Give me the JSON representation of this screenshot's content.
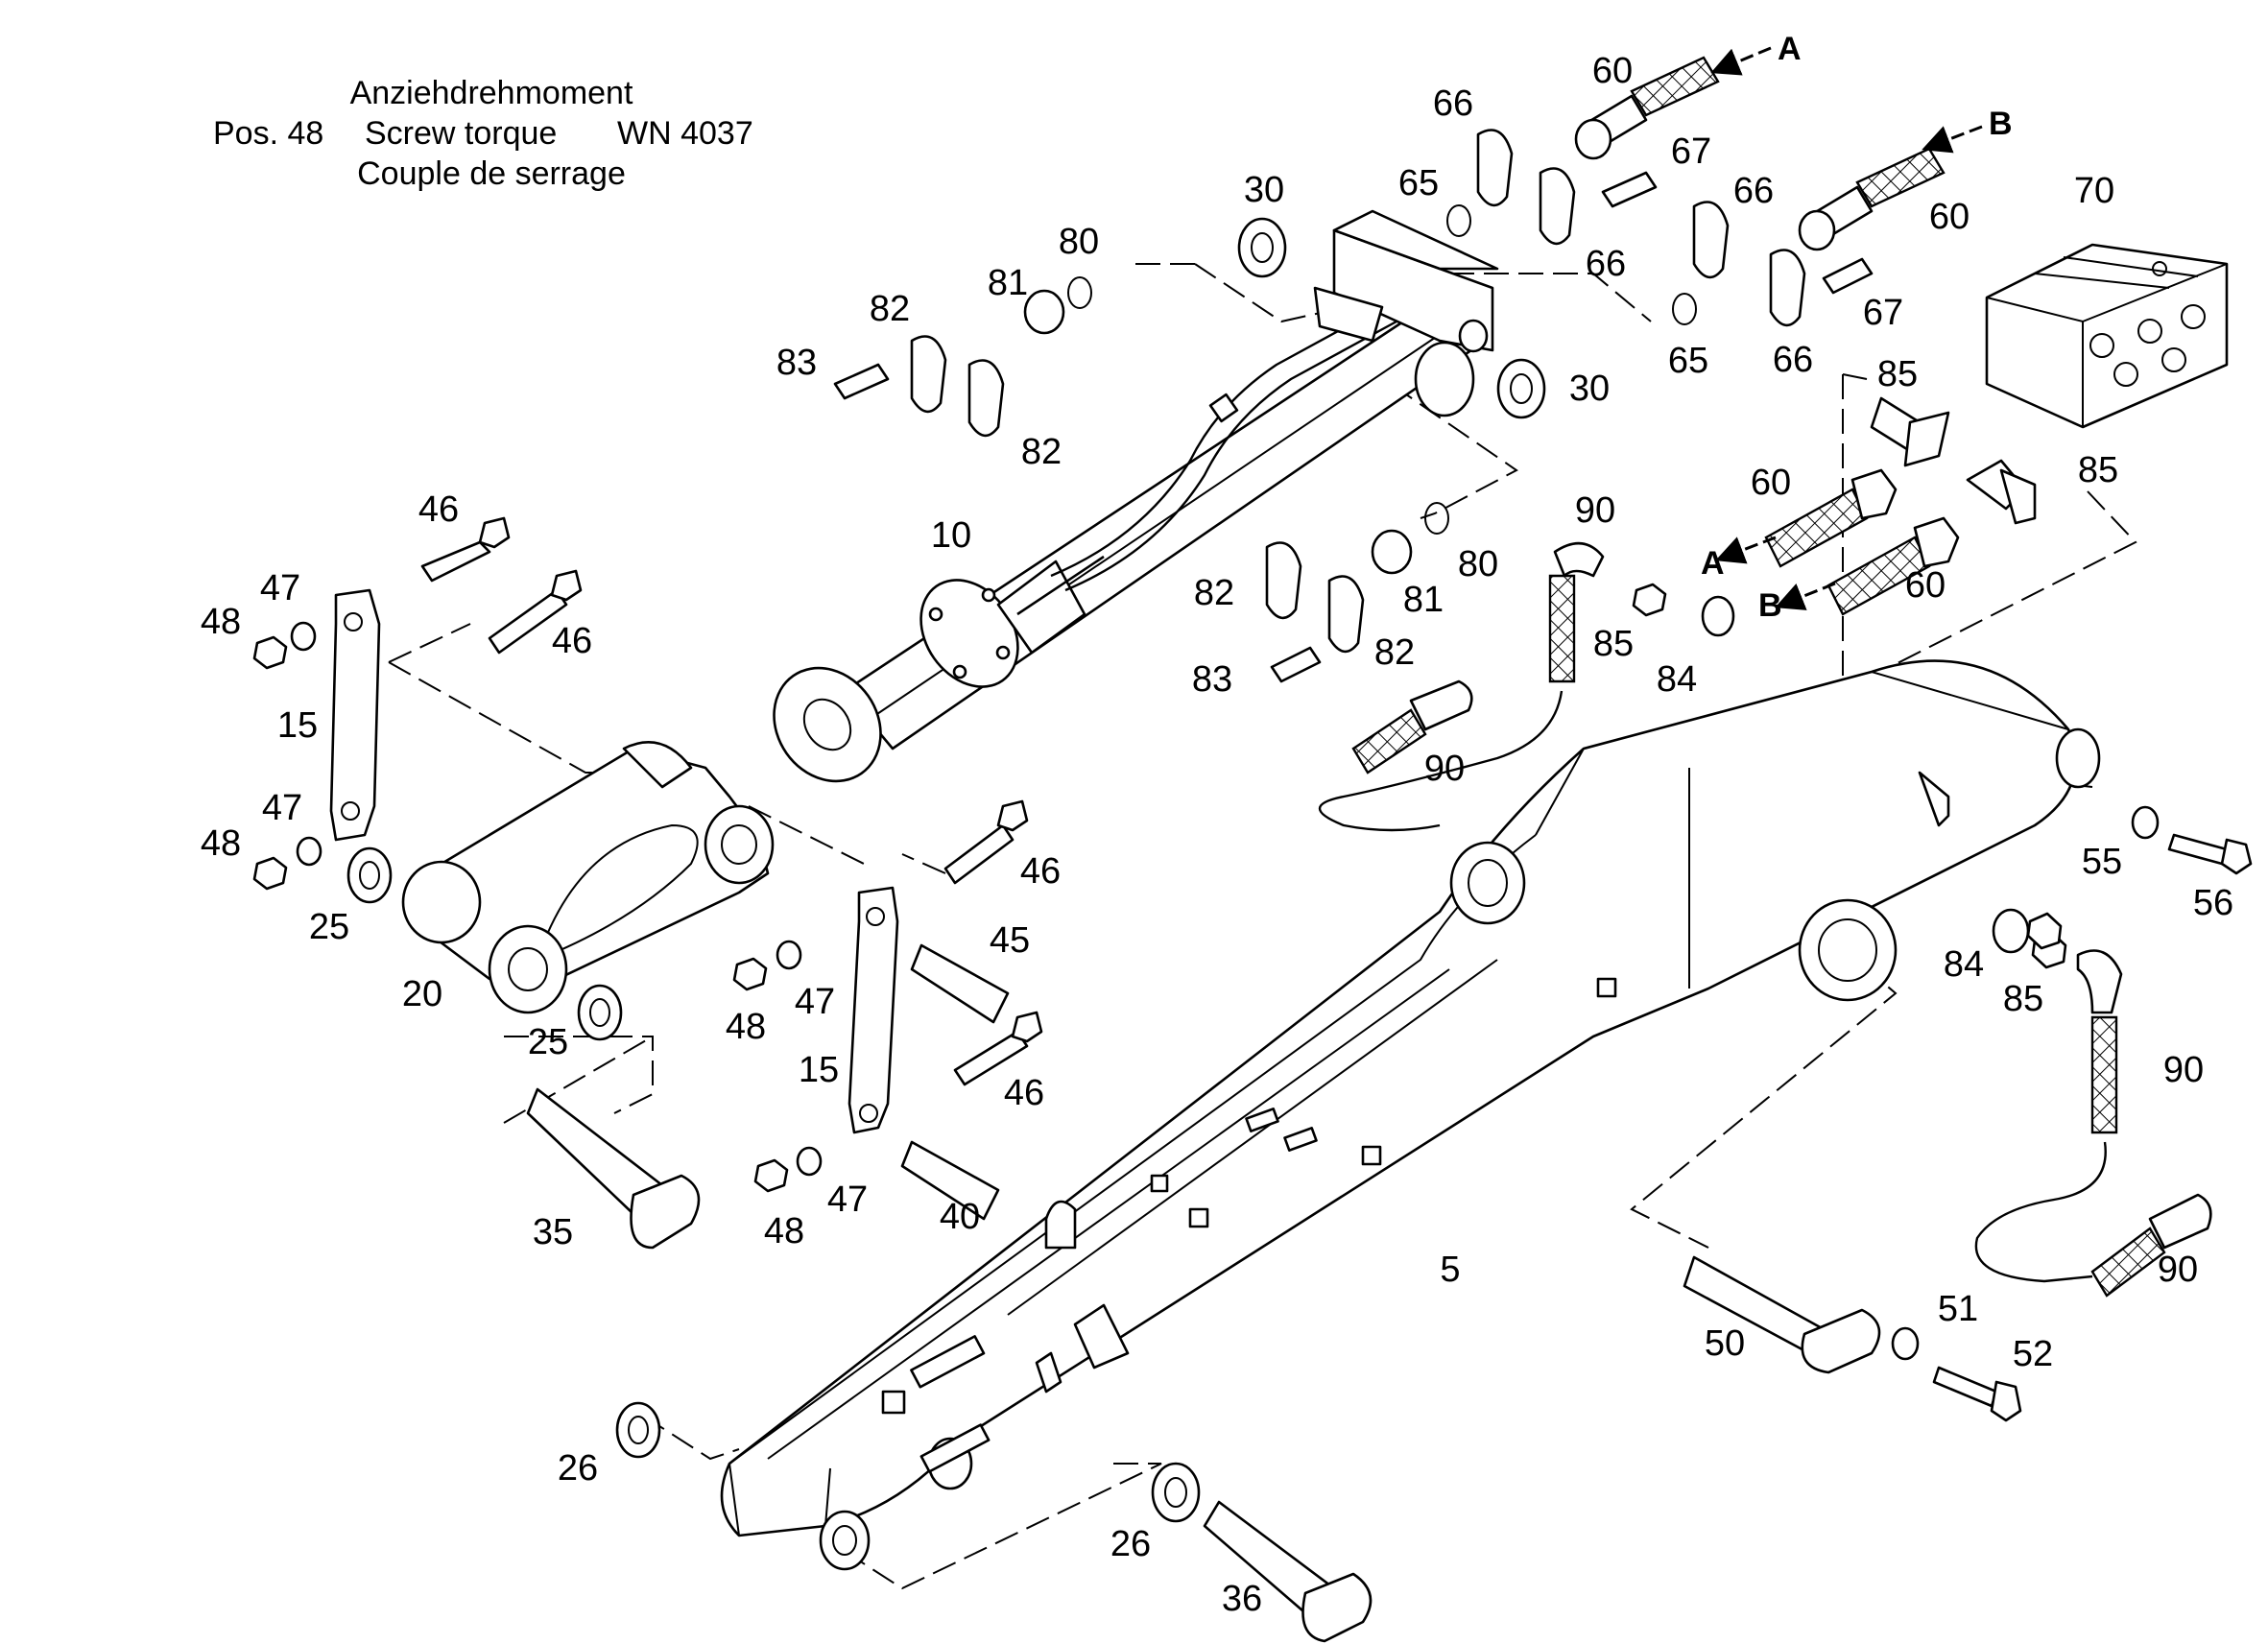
{
  "header": {
    "line1": "Anziehdrehmoment",
    "line2_pos": "Pos. 48",
    "line2_torque": "Screw torque",
    "line2_standard": "WN 4037",
    "line3": "Couple de serrage"
  },
  "connection_markers": [
    "A",
    "B",
    "A",
    "B"
  ],
  "callouts": [
    "5",
    "10",
    "15",
    "15",
    "20",
    "25",
    "25",
    "26",
    "26",
    "30",
    "30",
    "35",
    "36",
    "40",
    "45",
    "46",
    "46",
    "46",
    "46",
    "47",
    "47",
    "47",
    "47",
    "48",
    "48",
    "48",
    "48",
    "50",
    "51",
    "52",
    "55",
    "56",
    "60",
    "60",
    "60",
    "60",
    "65",
    "65",
    "66",
    "66",
    "66",
    "66",
    "67",
    "67",
    "70",
    "80",
    "80",
    "81",
    "81",
    "82",
    "82",
    "82",
    "82",
    "83",
    "83",
    "84",
    "84",
    "85",
    "85",
    "85",
    "85",
    "90",
    "90",
    "90",
    "90"
  ]
}
